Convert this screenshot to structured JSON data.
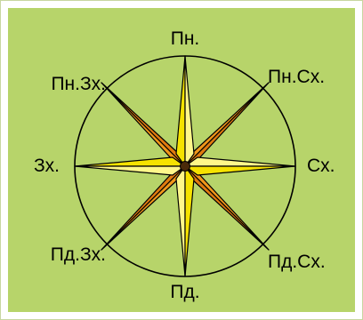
{
  "diagram": {
    "colors": {
      "background": "#b7d46a",
      "ring": "#000000",
      "cardinal_fill": "#f6e200",
      "cardinal_highlight": "#fff78a",
      "intercardinal_fill": "#f0961a",
      "intercardinal_shade": "#e07a10",
      "outline": "#000000",
      "center": "#4a2a0a"
    },
    "directions": {
      "n": "Пн.",
      "ne": "Пн.Сх.",
      "e": "Сх.",
      "se": "Пд.Сх.",
      "s": "Пд.",
      "sw": "Пд.Зх.",
      "w": "Зх.",
      "nw": "Пн.Зх."
    }
  }
}
